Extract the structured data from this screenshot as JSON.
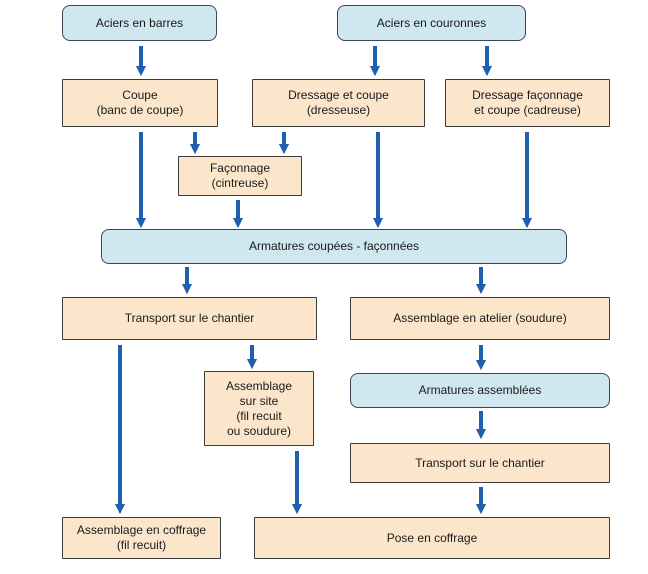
{
  "colors": {
    "arrow": "#1f5fb0",
    "blue_box_fill": "#cfe7ee",
    "beige_box_fill": "#fbe6cc"
  },
  "nodes": {
    "aciers_barres": "Aciers en barres",
    "aciers_couronnes": "Aciers en couronnes",
    "coupe": "Coupe\n(banc de coupe)",
    "dressage_coupe": "Dressage et coupe\n(dresseuse)",
    "dressage_faconnage": "Dressage façonnage\net coupe (cadreuse)",
    "faconnage": "Façonnage\n(cintreuse)",
    "armatures_coupees": "Armatures coupées - façonnées",
    "transport_1": "Transport sur le chantier",
    "assemblage_atelier": "Assemblage en atelier (soudure)",
    "assemblage_site": "Assemblage\nsur site\n(fil recuit\nou soudure)",
    "armatures_assemblees": "Armatures assemblées",
    "transport_2": "Transport sur le chantier",
    "assemblage_coffrage": "Assemblage en coffrage\n(fil recuit)",
    "pose_coffrage": "Pose en coffrage"
  }
}
